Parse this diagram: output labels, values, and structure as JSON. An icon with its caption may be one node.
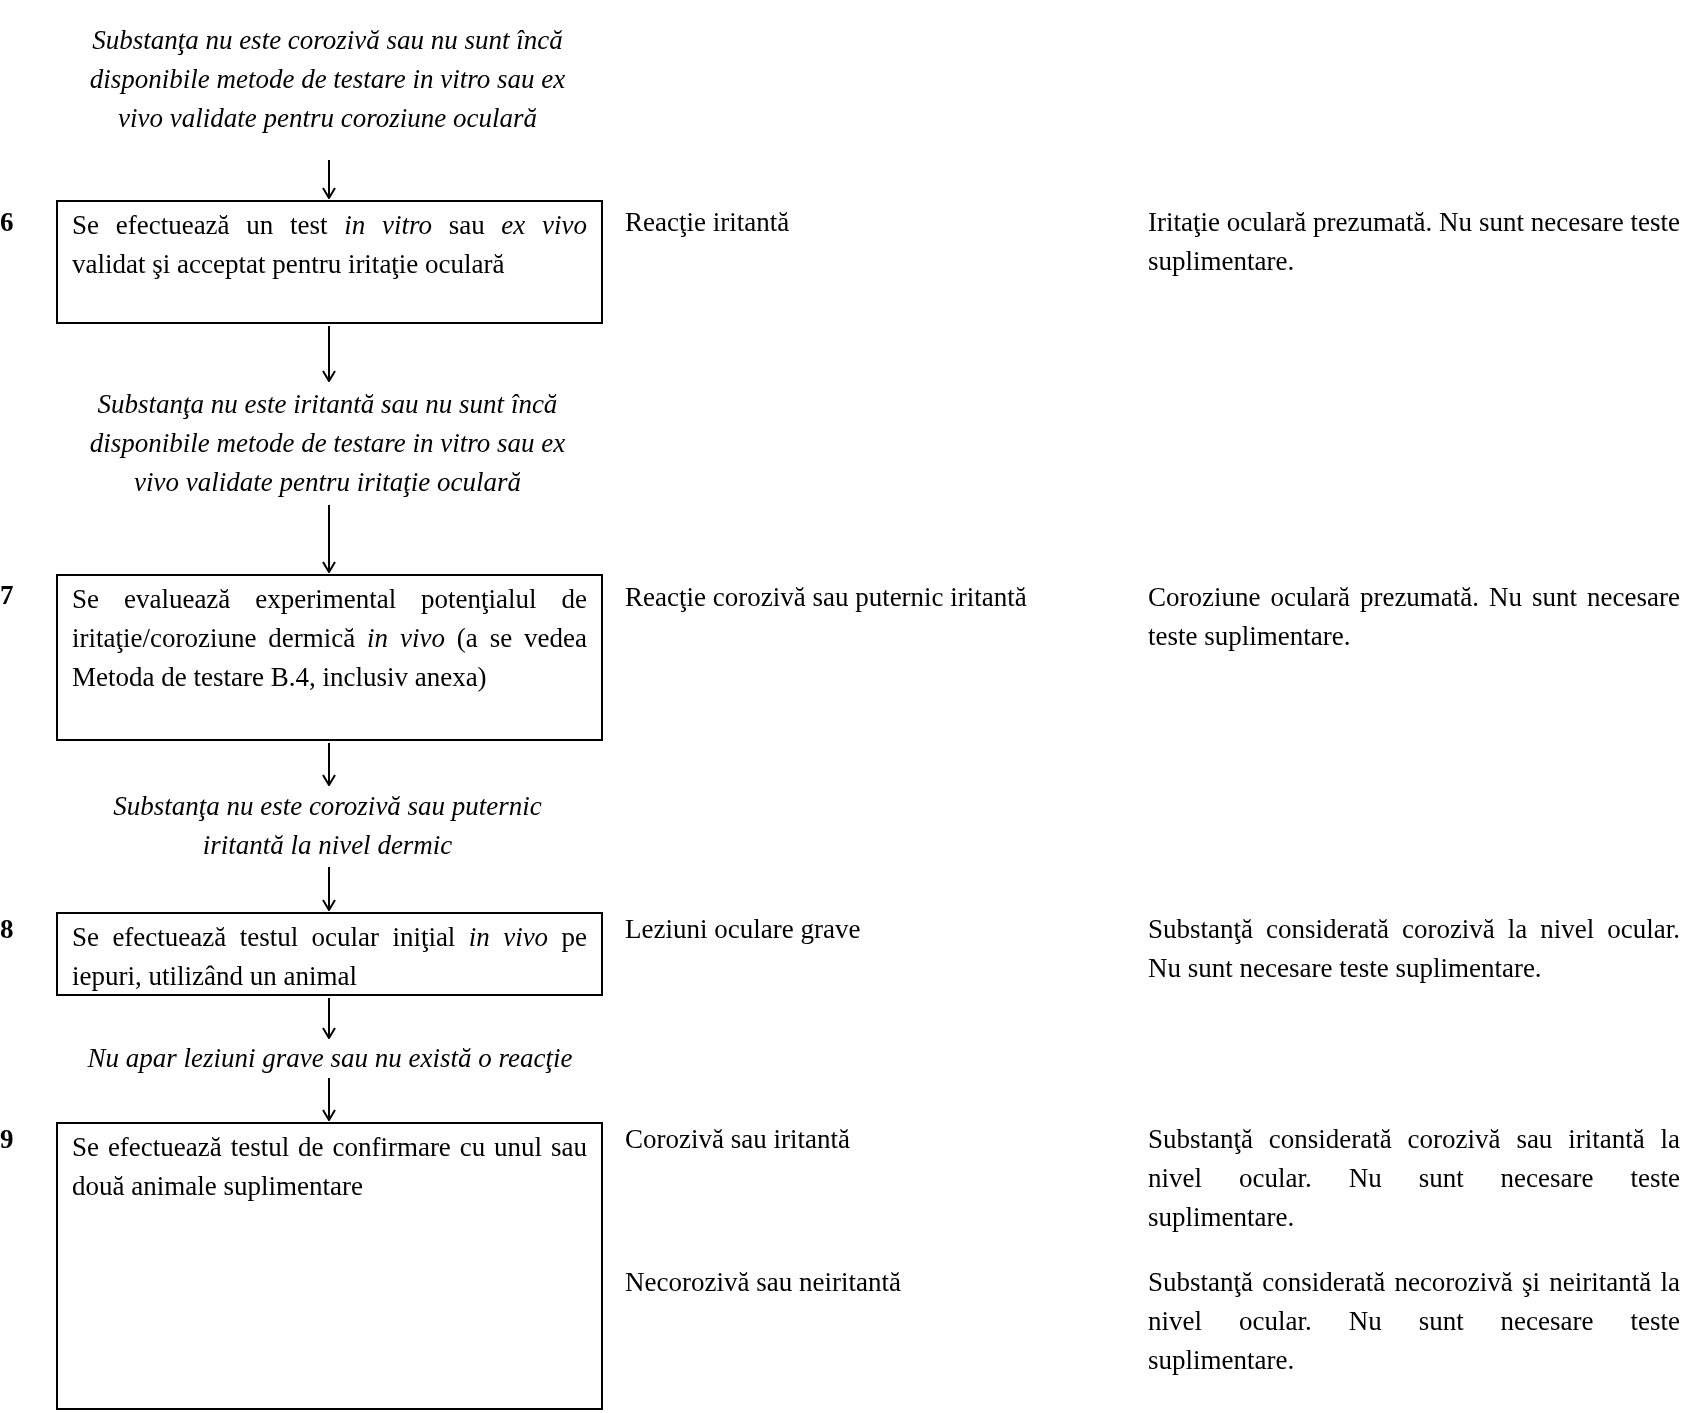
{
  "diagram": {
    "nodes": [
      {
        "text": [
          "Substanţa nu este corozivă sau nu sunt încă disponibile metode de testare in vitro sau ex vivo validate pentru coroziune oculară"
        ]
      },
      {
        "text": [
          "Se efectuează un test *in vitro* sau *ex vivo* validat şi acceptat pentru iritaţie oculară"
        ]
      },
      {
        "text": [
          "Substanţa nu este iritantă sau nu sunt încă disponibile metode de testare in vitro sau ex vivo validate pentru iritaţie oculară"
        ]
      },
      {
        "text": [
          "Se evaluează experimental potenţialul de iritaţie/coroziune dermică *in vivo* (a se vedea Metoda de testare B.4, inclusiv anexa)"
        ]
      },
      {
        "text": [
          "Substanţa nu este corozivă sau puternic iritantă la nivel dermic"
        ]
      },
      {
        "text": [
          "Se efectuează testul ocular iniţial *in vivo* pe iepuri, utilizând un animal"
        ]
      },
      {
        "text": [
          "Nu apar leziuni grave sau nu există o reacţie"
        ]
      },
      {
        "text": [
          "Se efectuează testul de confirmare cu unul sau două animale suplimentare"
        ]
      }
    ],
    "edges": [
      {
        "from": 0,
        "to": 1,
        "arrow": "to"
      },
      {
        "from": 1,
        "to": 2,
        "arrow": "to"
      },
      {
        "from": 2,
        "to": 3,
        "arrow": "to"
      },
      {
        "from": 3,
        "to": 4,
        "arrow": "to"
      },
      {
        "from": 4,
        "to": 5,
        "arrow": "to"
      },
      {
        "from": 5,
        "to": 6,
        "arrow": "to"
      },
      {
        "from": 6,
        "to": 7,
        "arrow": "to"
      }
    ],
    "labels": [
      "6",
      "Reacţie iritantă",
      "Iritaţie oculară prezumată. Nu sunt necesare teste suplimentare.",
      "7",
      "Reacţie corozivă sau puternic iritantă",
      "Coroziune oculară prezumată. Nu sunt necesare teste suplimentare.",
      "8",
      "Leziuni oculare grave",
      "Substanţă considerată corozivă la nivel ocular. Nu sunt necesare teste suplimentare.",
      "9",
      "Corozivă sau iritantă",
      "Substanţă considerată corozivă sau iritantă la nivel ocular. Nu sunt necesare teste suplimentare.",
      "Necorozivă sau neiritantă",
      "Substanţă considerată necorozivă şi neiritantă la nivel ocular. Nu sunt necesare teste suplimentare."
    ]
  }
}
